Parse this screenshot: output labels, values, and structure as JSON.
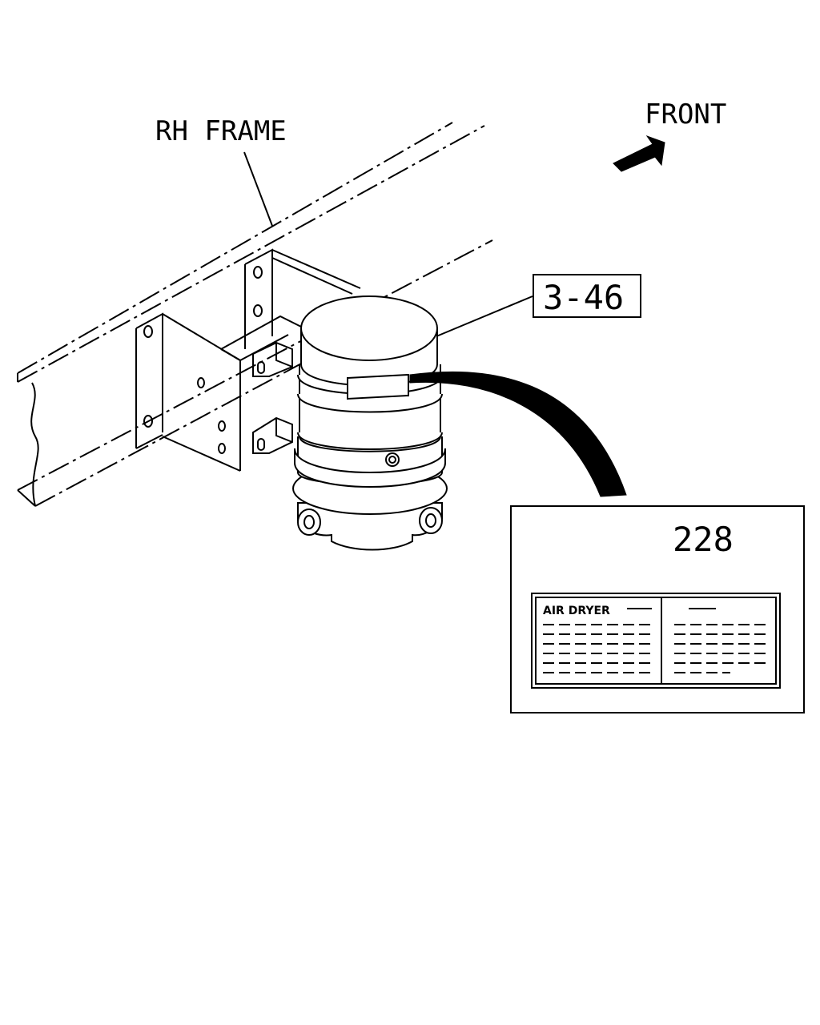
{
  "labels": {
    "frame": "RH FRAME",
    "direction": "FRONT",
    "ref_callout": "3-46",
    "part_number": "228",
    "label_title": "AIR DRYER"
  },
  "colors": {
    "line": "#000000",
    "background": "#ffffff"
  },
  "icons": {
    "direction_arrow": "front-arrow-icon"
  }
}
